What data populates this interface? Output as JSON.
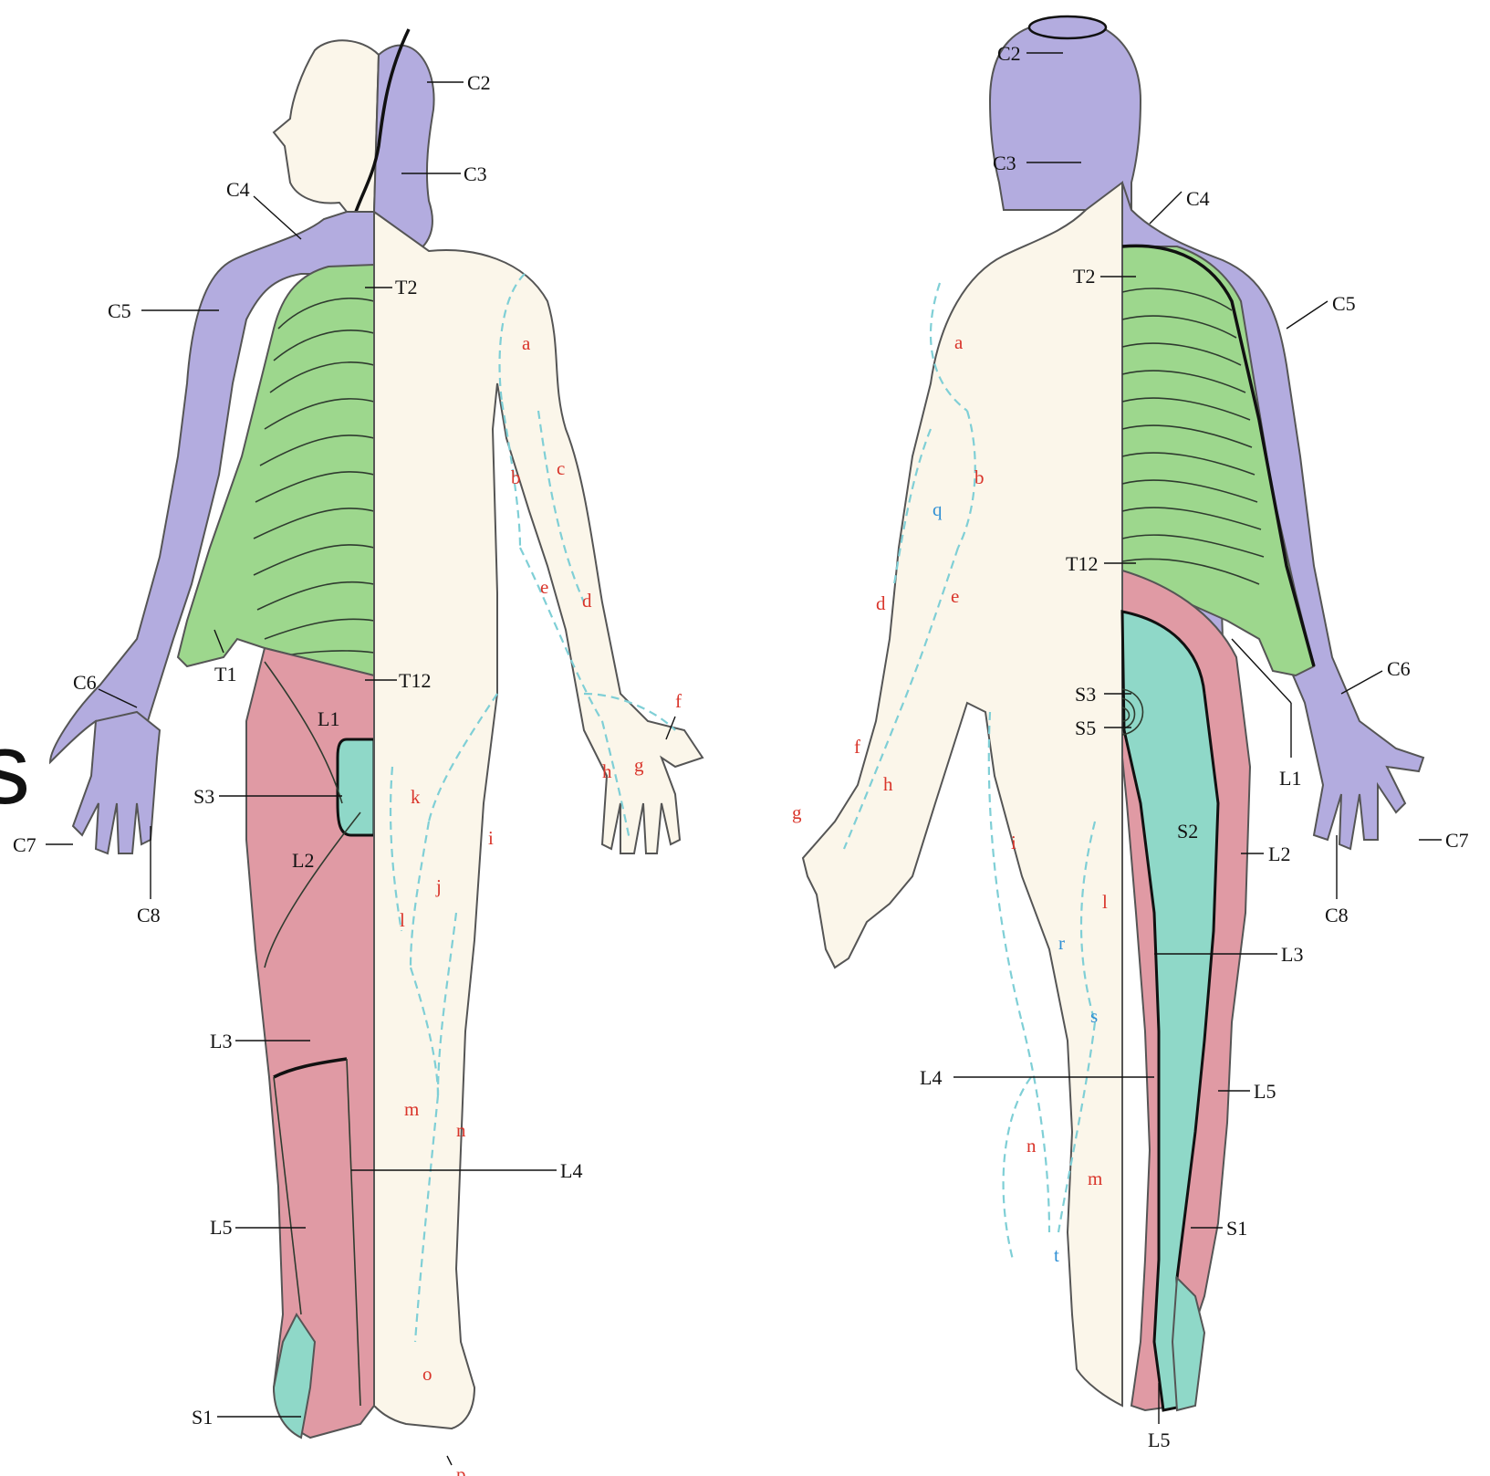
{
  "colors": {
    "cervical": "#b3acdf",
    "thoracic": "#9dd78d",
    "lumbar": "#e09aa4",
    "sacral": "#8fd8c8",
    "skin": "#fbf6ea",
    "nerve_field_letters": "#d9352b",
    "extra_field_letters": "#2e8fd4",
    "nerve_field_dashes": "#7fcfd6"
  },
  "partial_text": "s",
  "front": {
    "labels": [
      "C2",
      "C3",
      "C4",
      "C5",
      "T2",
      "T1",
      "T12",
      "C6",
      "C7",
      "C8",
      "L1",
      "S3",
      "L2",
      "L3",
      "L4",
      "L5",
      "S1"
    ],
    "letters": [
      "a",
      "b",
      "c",
      "d",
      "e",
      "f",
      "g",
      "h",
      "i",
      "j",
      "k",
      "l",
      "m",
      "n",
      "o",
      "p"
    ]
  },
  "back": {
    "labels": [
      "C2",
      "C3",
      "C4",
      "C5",
      "T2",
      "T12",
      "S3",
      "S5",
      "C6",
      "L1",
      "S2",
      "L2",
      "C7",
      "C8",
      "L3",
      "L4",
      "L5",
      "S1",
      "L5"
    ],
    "letters": [
      "a",
      "b",
      "d",
      "e",
      "f",
      "h",
      "g",
      "i",
      "l",
      "m",
      "n"
    ],
    "letters_blue": [
      "q",
      "r",
      "s",
      "t"
    ]
  }
}
